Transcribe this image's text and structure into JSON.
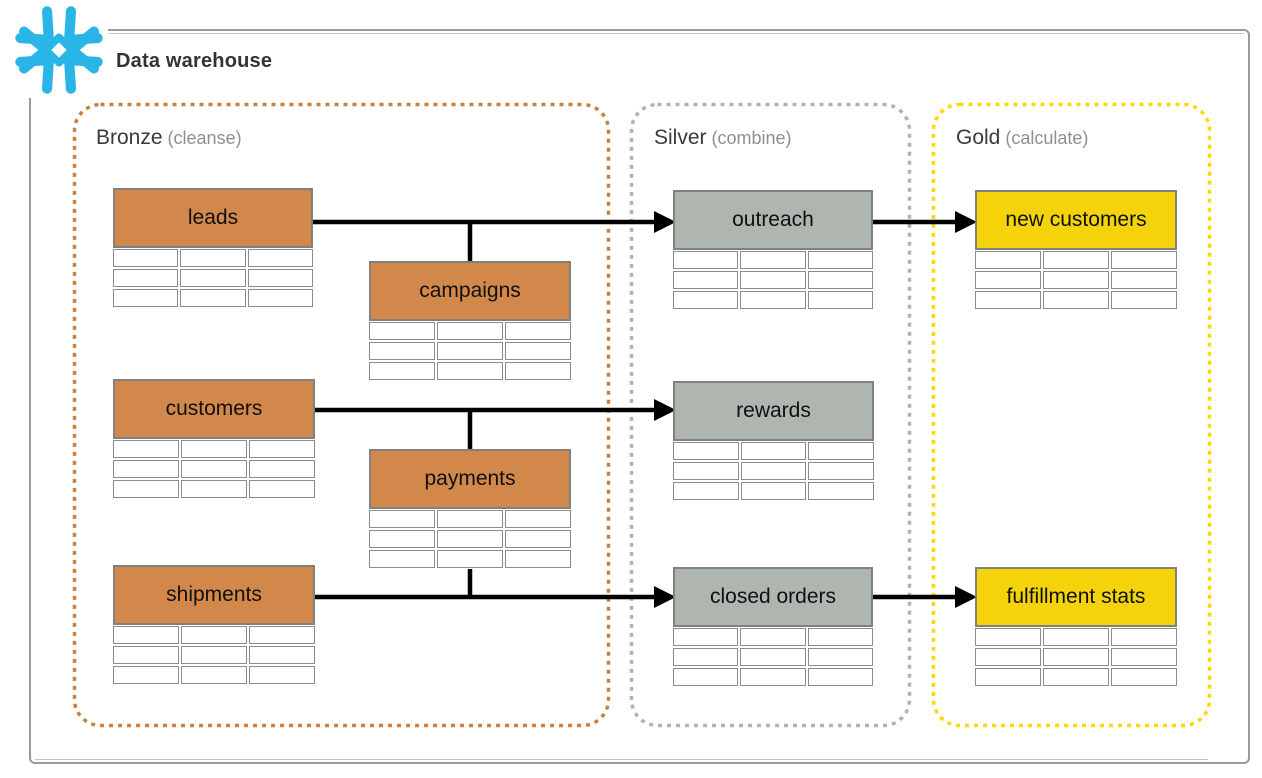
{
  "header": {
    "title": "Data warehouse",
    "logo_icon": "snowflake-icon"
  },
  "panels": [
    {
      "id": "bronze",
      "label": "Bronze",
      "sublabel": "(cleanse)"
    },
    {
      "id": "silver",
      "label": "Silver",
      "sublabel": "(combine)"
    },
    {
      "id": "gold",
      "label": "Gold",
      "sublabel": "(calculate)"
    }
  ],
  "tables": [
    {
      "id": "leads",
      "label": "leads",
      "panel": "bronze"
    },
    {
      "id": "campaigns",
      "label": "campaigns",
      "panel": "bronze"
    },
    {
      "id": "customers",
      "label": "customers",
      "panel": "bronze"
    },
    {
      "id": "payments",
      "label": "payments",
      "panel": "bronze"
    },
    {
      "id": "shipments",
      "label": "shipments",
      "panel": "bronze"
    },
    {
      "id": "outreach",
      "label": "outreach",
      "panel": "silver"
    },
    {
      "id": "rewards",
      "label": "rewards",
      "panel": "silver"
    },
    {
      "id": "closed-orders",
      "label": "closed orders",
      "panel": "silver"
    },
    {
      "id": "new-customers",
      "label": "new customers",
      "panel": "gold"
    },
    {
      "id": "fulfillment-stats",
      "label": "fulfillment stats",
      "panel": "gold"
    }
  ],
  "connections": [
    {
      "from": "leads",
      "to": "outreach",
      "branches": [
        "campaigns"
      ]
    },
    {
      "from": "outreach",
      "to": "new-customers",
      "branches": []
    },
    {
      "from": "customers",
      "to": "rewards",
      "branches": [
        "payments"
      ]
    },
    {
      "from": "shipments",
      "to": "closed-orders",
      "branches": [
        "payments"
      ]
    },
    {
      "from": "closed-orders",
      "to": "fulfillment-stats",
      "branches": []
    }
  ],
  "colors": {
    "snowflake-blue": "#29B5E8",
    "bronze-fill": "#D2884B",
    "bronze-border": "#C9803F",
    "silver-fill": "#AEB6AF",
    "silver-border": "#AAB6B1",
    "gold-fill": "#F5D30A",
    "gold-border": "#FFD800",
    "table-border": "#808080",
    "cell-border": "#8C8C8C",
    "frame-border": "#9A9A9A",
    "arrow": "#000000",
    "title": "#333333",
    "label-main": "#3A3A3A",
    "label-sub": "#8F8F8F"
  }
}
